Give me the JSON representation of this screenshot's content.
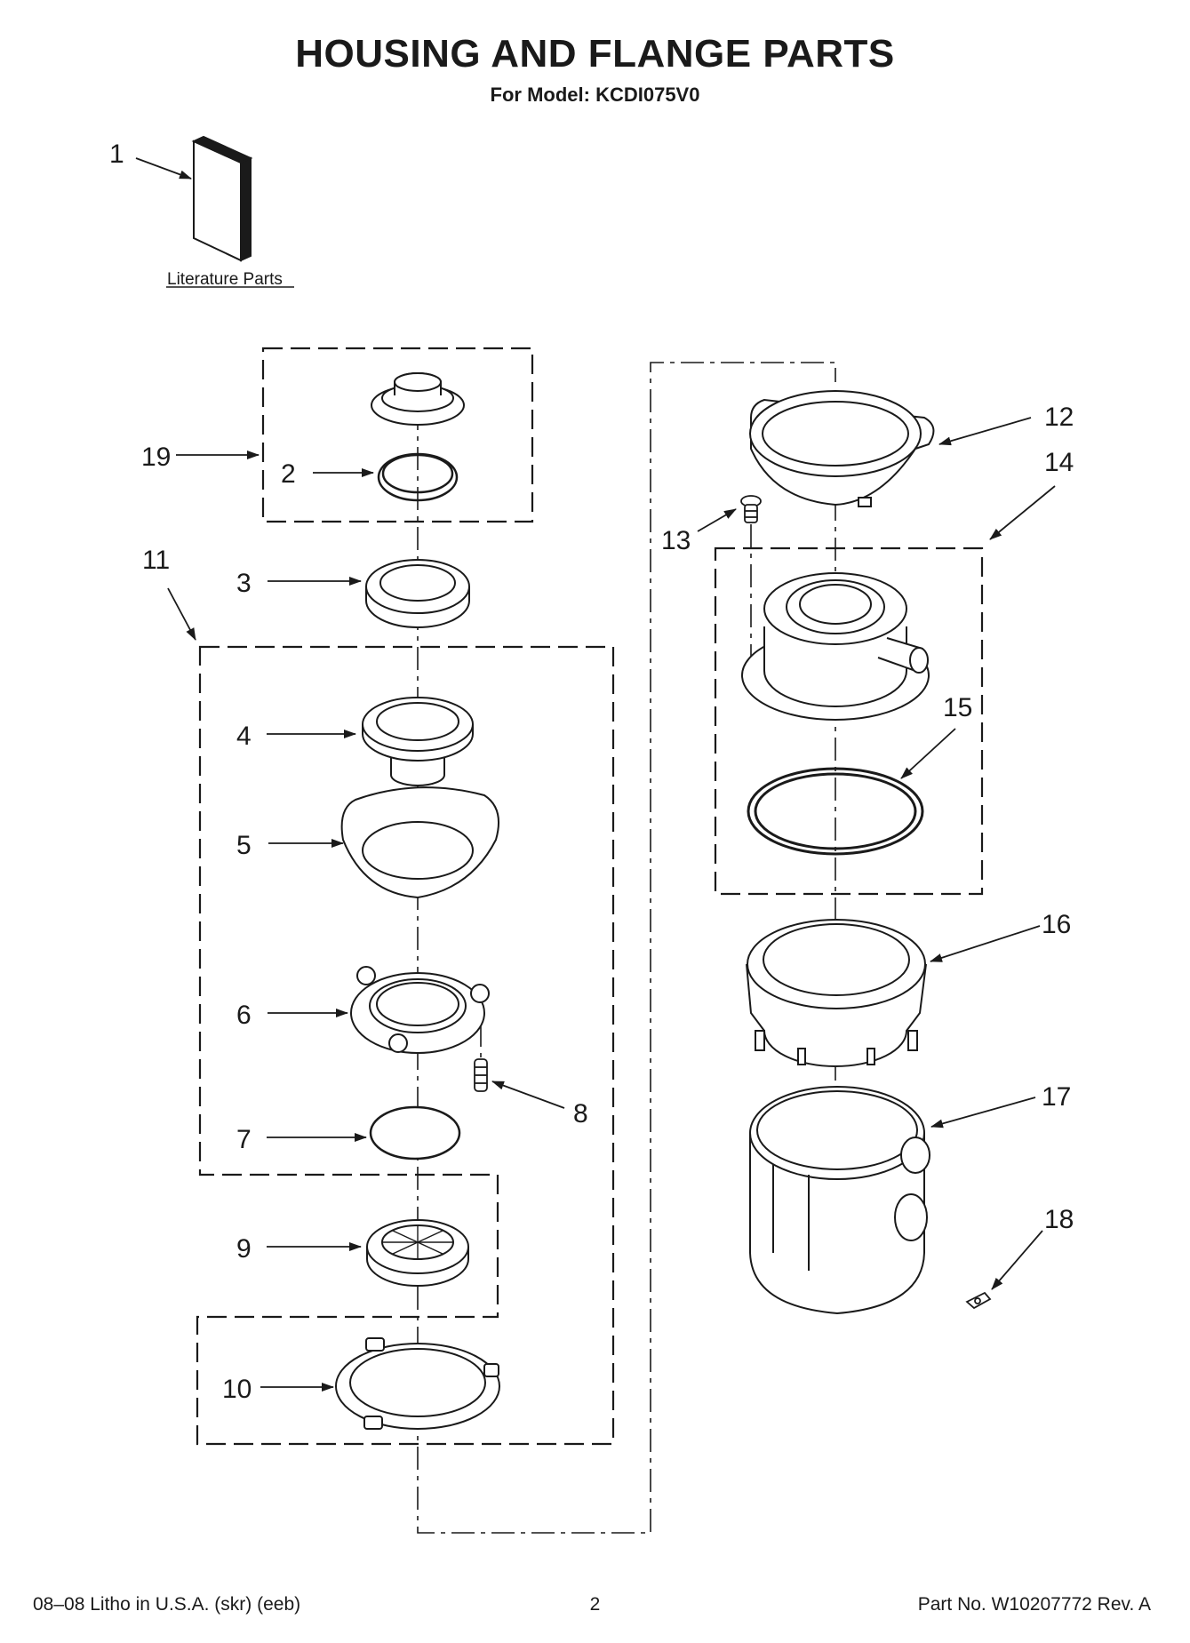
{
  "header": {
    "title": "HOUSING AND FLANGE PARTS",
    "subtitle": "For Model: KCDI075V0"
  },
  "literature": {
    "label": "Literature Parts"
  },
  "callouts": {
    "c1": "1",
    "c2": "2",
    "c3": "3",
    "c4": "4",
    "c5": "5",
    "c6": "6",
    "c7": "7",
    "c8": "8",
    "c9": "9",
    "c10": "10",
    "c11": "11",
    "c12": "12",
    "c13": "13",
    "c14": "14",
    "c15": "15",
    "c16": "16",
    "c17": "17",
    "c18": "18",
    "c19": "19"
  },
  "footer": {
    "left": "08–08 Litho in U.S.A. (skr) (eeb)",
    "center": "2",
    "right": "Part No. W10207772 Rev. A"
  }
}
